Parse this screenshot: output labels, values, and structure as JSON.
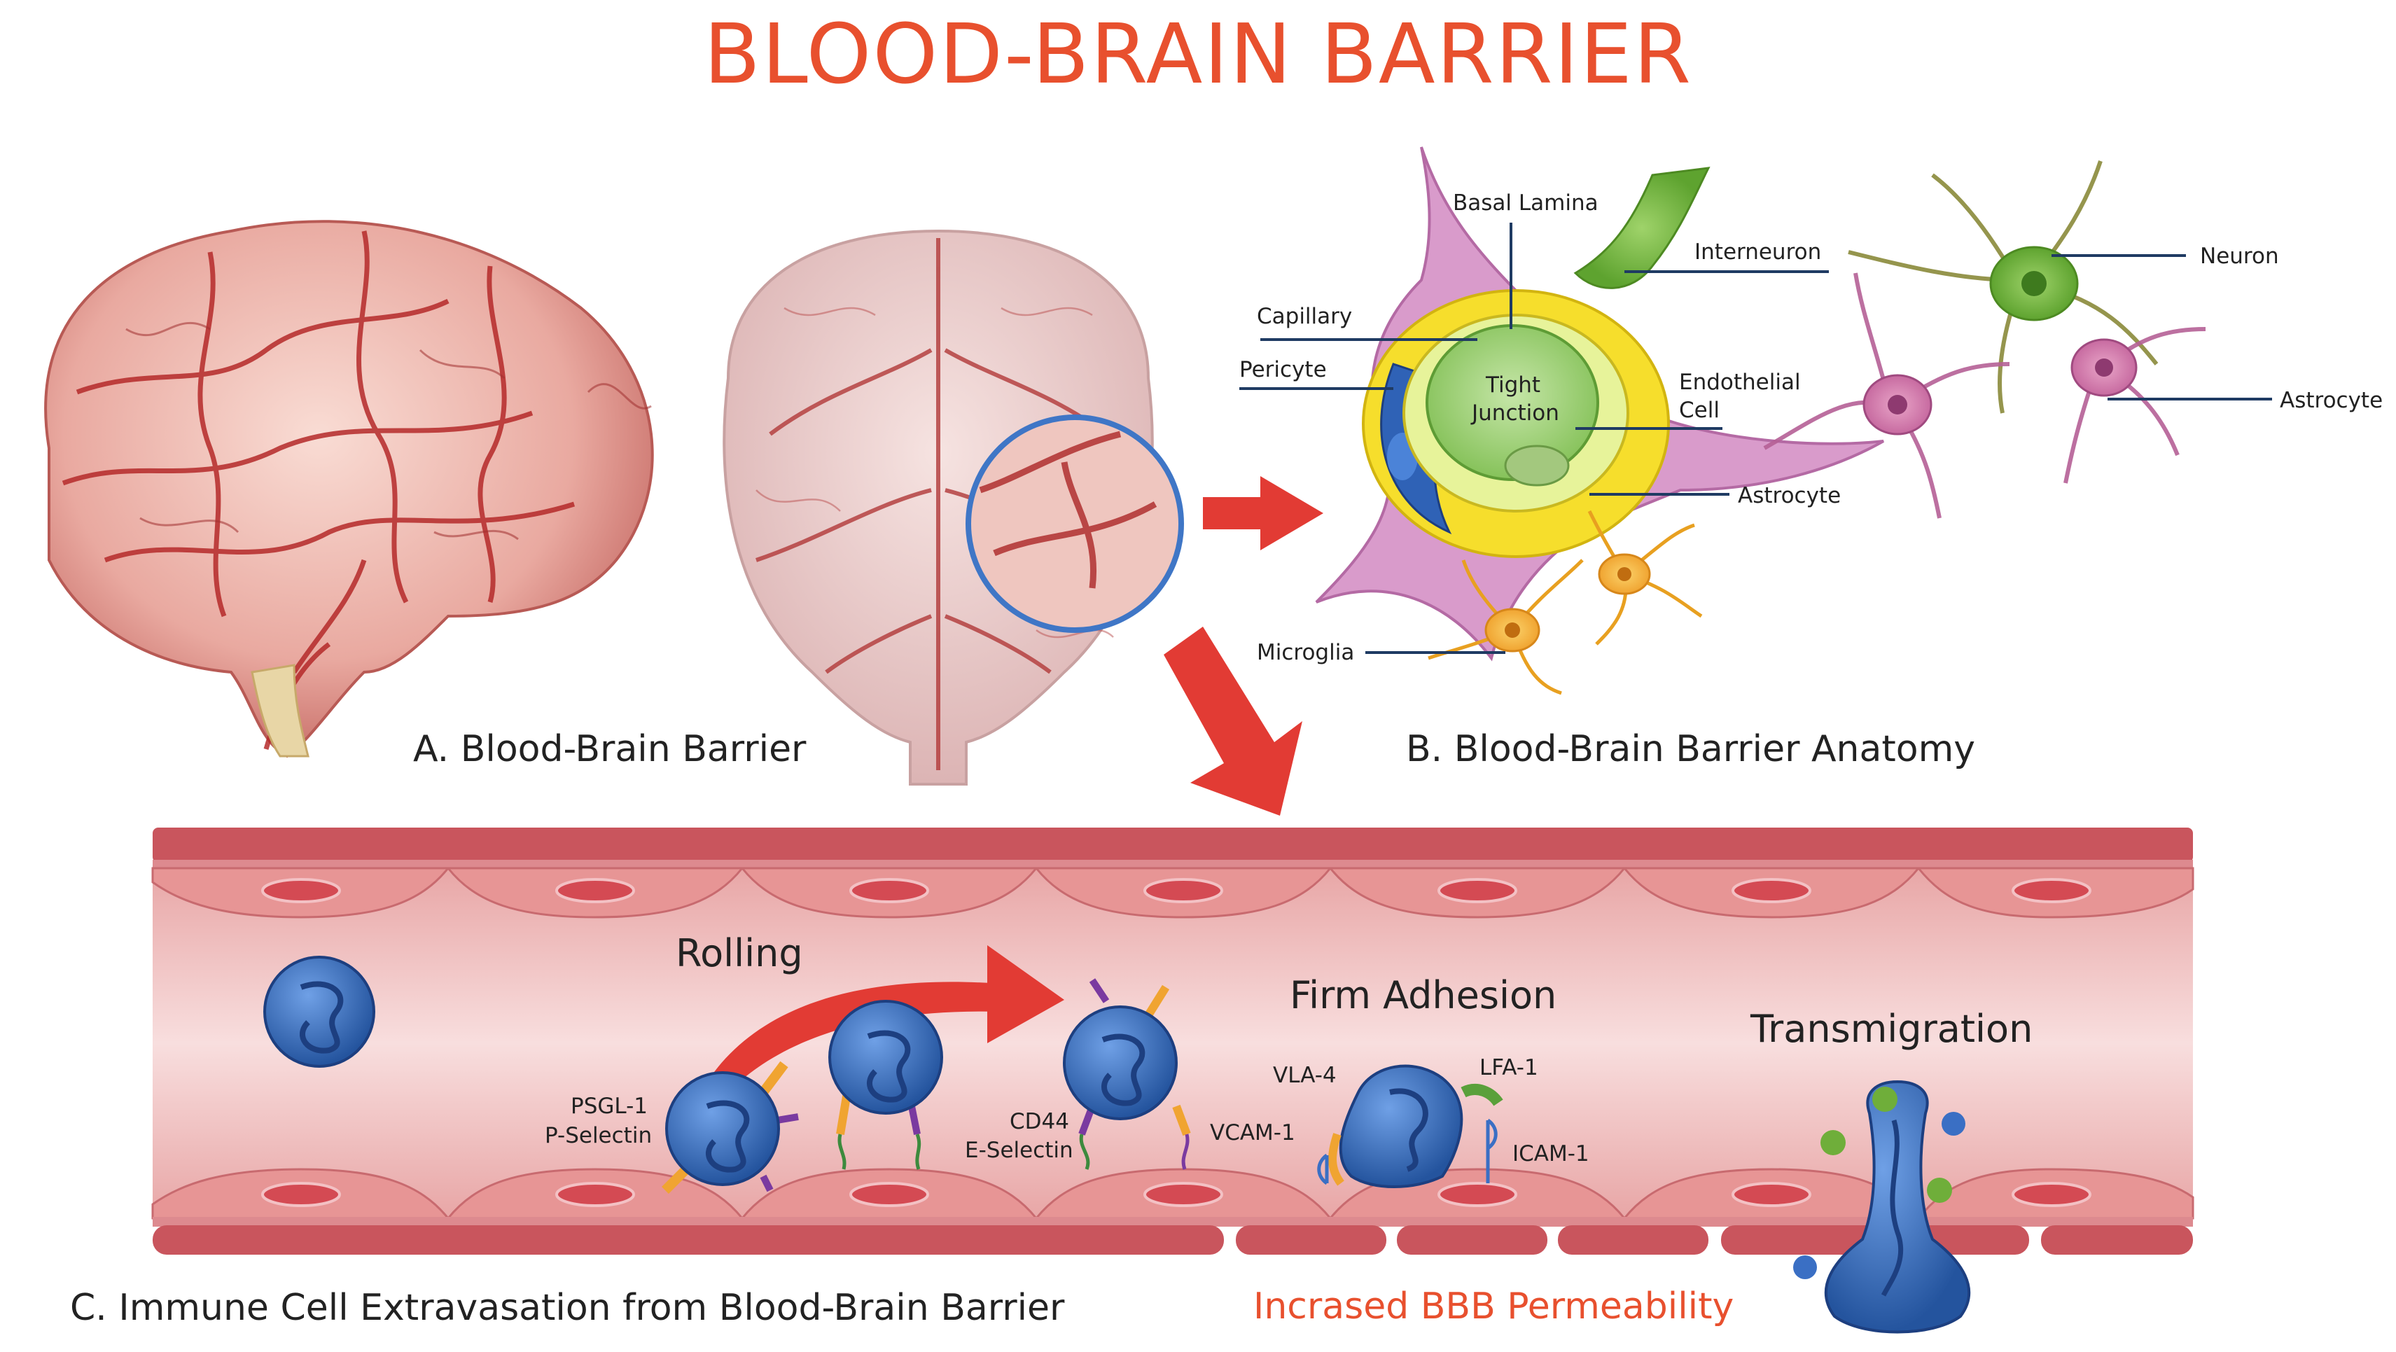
{
  "title": "BLOOD-BRAIN BARRIER",
  "colors": {
    "title": "#e8502e",
    "arrow": "#e23b34",
    "vessel_wall": "#c9555d",
    "vessel_lumen": "#f2c9c9",
    "immune_cell": "#3a6fc4",
    "label_line": "#1f3b63"
  },
  "panels": {
    "a": {
      "caption": "A. Blood-Brain Barrier"
    },
    "b": {
      "caption": "B. Blood-Brain Barrier Anatomy",
      "labels": {
        "basal_lamina": "Basal Lamina",
        "interneuron": "Interneuron",
        "neuron": "Neuron",
        "capillary": "Capillary",
        "pericyte": "Pericyte",
        "tight_junction_1": "Tight",
        "tight_junction_2": "Junction",
        "endothelial_1": "Endothelial",
        "endothelial_2": "Cell",
        "astrocyte_right": "Astrocyte",
        "astrocyte_bottom": "Astrocyte",
        "microglia": "Microglia"
      }
    },
    "c": {
      "caption": "C. Immune Cell Extravasation from Blood-Brain Barrier",
      "permeability": "Incrased BBB Permeability",
      "stages": {
        "rolling": "Rolling",
        "firm_adhesion": "Firm Adhesion",
        "transmigration": "Transmigration"
      },
      "molecules": {
        "psgl1": "PSGL-1",
        "pselectin": "P-Selectin",
        "cd44": "CD44",
        "eselectin": "E-Selectin",
        "vla4": "VLA-4",
        "vcam1": "VCAM-1",
        "lfa1": "LFA-1",
        "icam1": "ICAM-1"
      }
    }
  }
}
